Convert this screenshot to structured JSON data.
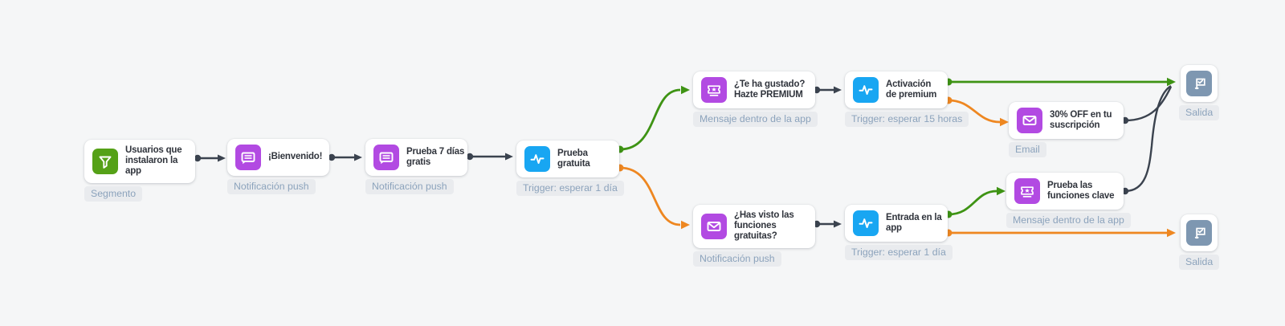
{
  "canvas": {
    "background": "#f5f6f7",
    "card_background": "#ffffff"
  },
  "colors": {
    "title_text": "#30343c",
    "tag_background": "#e9ebee",
    "tag_text": "#8ca3bc",
    "edge_dark": "#3b434f",
    "edge_green": "#3e9314",
    "edge_orange": "#ee8721",
    "icon_green": "#55a117",
    "icon_purple": "#b24ae2",
    "icon_blue": "#18a6f2",
    "icon_slate": "#7e97b1"
  },
  "nodes": [
    {
      "id": "segmento",
      "title": "Usuarios que\ninstalaron la\napp",
      "tag": "Segmento",
      "icon": "filter-icon"
    },
    {
      "id": "bienvenido",
      "title": "¡Bienvenido!",
      "tag": "Notificación push",
      "icon": "chat-icon"
    },
    {
      "id": "prueba-7-dias",
      "title": "Prueba 7 días\ngratis",
      "tag": "Notificación push",
      "icon": "chat-icon"
    },
    {
      "id": "prueba-gratuita",
      "title": "Prueba\ngratuita",
      "tag": "Trigger: esperar 1 día",
      "icon": "pulse-icon"
    },
    {
      "id": "te-ha-gustado",
      "title": "¿Te ha gustado?\nHazte PREMIUM",
      "tag": "Mensaje dentro de la app",
      "icon": "ticket-icon"
    },
    {
      "id": "activacion-premium",
      "title": "Activación\nde premium",
      "tag": "Trigger: esperar 15 horas",
      "icon": "pulse-icon"
    },
    {
      "id": "treinta-off",
      "title": "30% OFF en tu\nsuscripción",
      "tag": "Email",
      "icon": "email-icon"
    },
    {
      "id": "salida-superior",
      "title": "",
      "tag": "Salida",
      "icon": "flag-icon"
    },
    {
      "id": "has-visto",
      "title": "¿Has visto las\nfunciones\ngratuitas?",
      "tag": "Notificación push",
      "icon": "email-icon"
    },
    {
      "id": "entrada-app",
      "title": "Entrada en la\napp",
      "tag": "Trigger: esperar 1 día",
      "icon": "pulse-icon"
    },
    {
      "id": "prueba-funciones",
      "title": "Prueba las\nfunciones clave",
      "tag": "Mensaje dentro de la app",
      "icon": "ticket-icon"
    },
    {
      "id": "salida-inferior",
      "title": "",
      "tag": "Salida",
      "icon": "flag-icon"
    }
  ],
  "connections": [
    {
      "from": "segmento",
      "to": "bienvenido",
      "color": "dark"
    },
    {
      "from": "bienvenido",
      "to": "prueba-7-dias",
      "color": "dark"
    },
    {
      "from": "prueba-7-dias",
      "to": "prueba-gratuita",
      "color": "dark"
    },
    {
      "from": "prueba-gratuita",
      "to": "te-ha-gustado",
      "branch": "yes",
      "color": "green"
    },
    {
      "from": "prueba-gratuita",
      "to": "has-visto",
      "branch": "no",
      "color": "orange"
    },
    {
      "from": "te-ha-gustado",
      "to": "activacion-premium",
      "color": "dark"
    },
    {
      "from": "activacion-premium",
      "to": "salida-superior",
      "branch": "yes",
      "color": "green"
    },
    {
      "from": "activacion-premium",
      "to": "treinta-off",
      "branch": "no",
      "color": "orange"
    },
    {
      "from": "treinta-off",
      "to": "salida-superior",
      "color": "dark"
    },
    {
      "from": "has-visto",
      "to": "entrada-app",
      "color": "dark"
    },
    {
      "from": "entrada-app",
      "to": "prueba-funciones",
      "branch": "yes",
      "color": "green"
    },
    {
      "from": "entrada-app",
      "to": "salida-inferior",
      "branch": "no",
      "color": "orange"
    },
    {
      "from": "prueba-funciones",
      "to": "salida-superior",
      "color": "dark"
    }
  ]
}
